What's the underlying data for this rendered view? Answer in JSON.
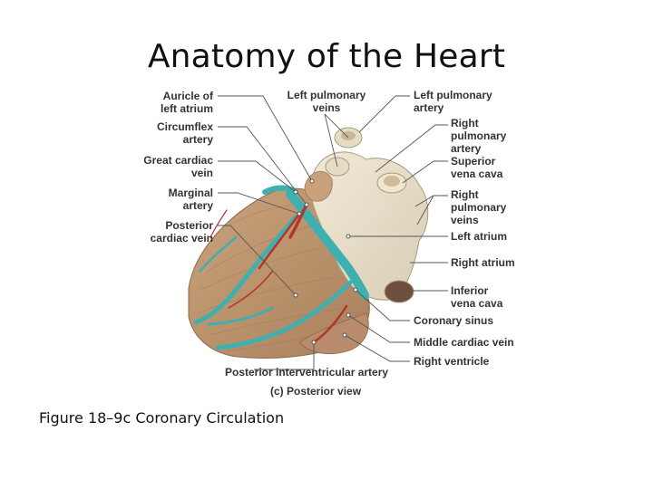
{
  "slide": {
    "title": "Anatomy of the Heart",
    "caption": "Figure 18–9c Coronary Circulation"
  },
  "figure": {
    "view_label": "(c) Posterior view",
    "labels": {
      "auricle_l1": "Auricle of",
      "auricle_l2": "left atrium",
      "circumflex_l1": "Circumflex",
      "circumflex_l2": "artery",
      "great_cardiac_l1": "Great cardiac",
      "great_cardiac_l2": "vein",
      "marginal_l1": "Marginal",
      "marginal_l2": "artery",
      "posterior_cardiac_l1": "Posterior",
      "posterior_cardiac_l2": "cardiac vein",
      "left_pulm_veins_l1": "Left pulmonary",
      "left_pulm_veins_l2": "veins",
      "left_pulm_artery_l1": "Left pulmonary",
      "left_pulm_artery_l2": "artery",
      "right_pulm_artery_l1": "Right",
      "right_pulm_artery_l2": "pulmonary",
      "right_pulm_artery_l3": "artery",
      "superior_vc_l1": "Superior",
      "superior_vc_l2": "vena cava",
      "right_pulm_veins_l1": "Right",
      "right_pulm_veins_l2": "pulmonary",
      "right_pulm_veins_l3": "veins",
      "left_atrium": "Left atrium",
      "right_atrium": "Right atrium",
      "inferior_vc_l1": "Inferior",
      "inferior_vc_l2": "vena cava",
      "coronary_sinus": "Coronary sinus",
      "middle_cardiac_vein": "Middle cardiac vein",
      "right_ventricle": "Right ventricle",
      "posterior_iv_artery": "Posterior interventricular artery"
    }
  }
}
